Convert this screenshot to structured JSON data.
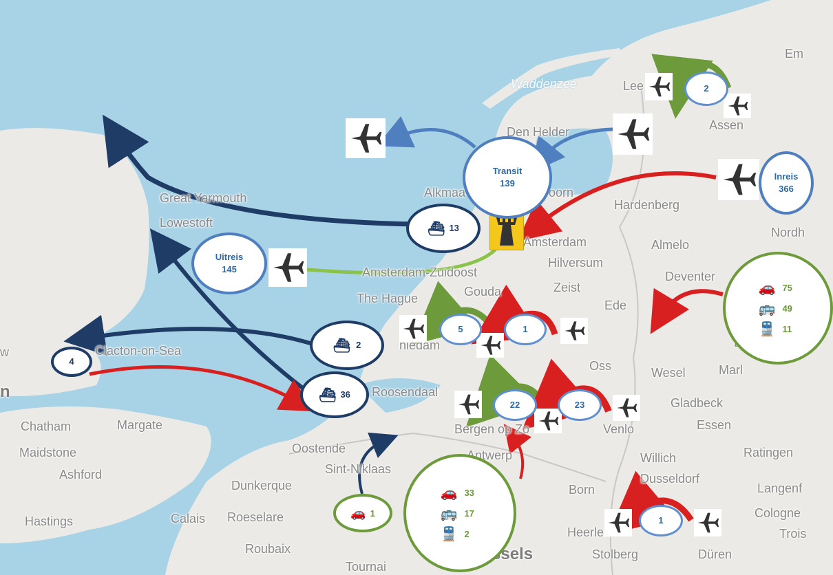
{
  "map": {
    "colors": {
      "sea": "#a8d3e6",
      "land": "#eceae6",
      "border": "#c8c8c8",
      "red": "#d92020",
      "green": "#6d9a3a",
      "blue": "#4f7fbf",
      "navy": "#1f3c66"
    },
    "water_label": "Waddenzee",
    "places": [
      {
        "name": "Em"
      },
      {
        "name": "Lee"
      },
      {
        "name": "Assen"
      },
      {
        "name": "Den Helder"
      },
      {
        "name": "Great Yarmouth"
      },
      {
        "name": "Alkmaa"
      },
      {
        "name": "oorn"
      },
      {
        "name": "Hardenberg"
      },
      {
        "name": "Lowestoft"
      },
      {
        "name": "Amsterdam"
      },
      {
        "name": "Almelo"
      },
      {
        "name": "Nordh"
      },
      {
        "name": "Hilversum"
      },
      {
        "name": "Amsterdam-Zuidoost"
      },
      {
        "name": "Deventer"
      },
      {
        "name": "Gouda"
      },
      {
        "name": "Zeist"
      },
      {
        "name": "The Hague"
      },
      {
        "name": "Ede"
      },
      {
        "name": "Clacton-on-Sea"
      },
      {
        "name": "hiedam"
      },
      {
        "name": "Oss"
      },
      {
        "name": "Wesel"
      },
      {
        "name": "Marl"
      },
      {
        "name": "Bo"
      },
      {
        "name": "Roosendaal"
      },
      {
        "name": "Gladbeck"
      },
      {
        "name": "Essen"
      },
      {
        "name": "Chatham"
      },
      {
        "name": "Margate"
      },
      {
        "name": "Bergen op Zo"
      },
      {
        "name": "Venlo"
      },
      {
        "name": "Maidstone"
      },
      {
        "name": "Oostende"
      },
      {
        "name": "Antwerp"
      },
      {
        "name": "Willich"
      },
      {
        "name": "Ratingen"
      },
      {
        "name": "Ashford"
      },
      {
        "name": "Sint-Niklaas"
      },
      {
        "name": "Dusseldorf"
      },
      {
        "name": "Dunkerque"
      },
      {
        "name": "Born"
      },
      {
        "name": "Langenf"
      },
      {
        "name": "Calais"
      },
      {
        "name": "Roeselare"
      },
      {
        "name": "Hastings"
      },
      {
        "name": "Cologne"
      },
      {
        "name": "Heerlen"
      },
      {
        "name": "Trois"
      },
      {
        "name": "Roubaix"
      },
      {
        "name": "Stolberg"
      },
      {
        "name": "Düren"
      },
      {
        "name": "Tournai"
      },
      {
        "name": "ssels"
      },
      {
        "name": "n"
      },
      {
        "name": "w"
      }
    ]
  },
  "bubbles": {
    "transit": {
      "label": "Transit",
      "value": "139"
    },
    "inreis": {
      "label": "Inreis",
      "value": "366"
    },
    "uitreis": {
      "label": "Uitreis",
      "value": "145"
    },
    "north": {
      "value": "2"
    },
    "ferry_13": {
      "value": "13"
    },
    "ferry_2": {
      "value": "2"
    },
    "ferry_36": {
      "value": "36"
    },
    "clacton": {
      "value": "4"
    },
    "rotterdam_left": {
      "value": "5"
    },
    "rotterdam_right": {
      "value": "1"
    },
    "brabant_left": {
      "value": "22"
    },
    "brabant_right": {
      "value": "23"
    },
    "limburg": {
      "value": "1"
    },
    "east_land": {
      "car": "75",
      "bus": "49",
      "train": "11"
    },
    "south_land": {
      "car": "33",
      "bus": "17",
      "train": "2"
    },
    "car_small": {
      "car": "1"
    }
  }
}
